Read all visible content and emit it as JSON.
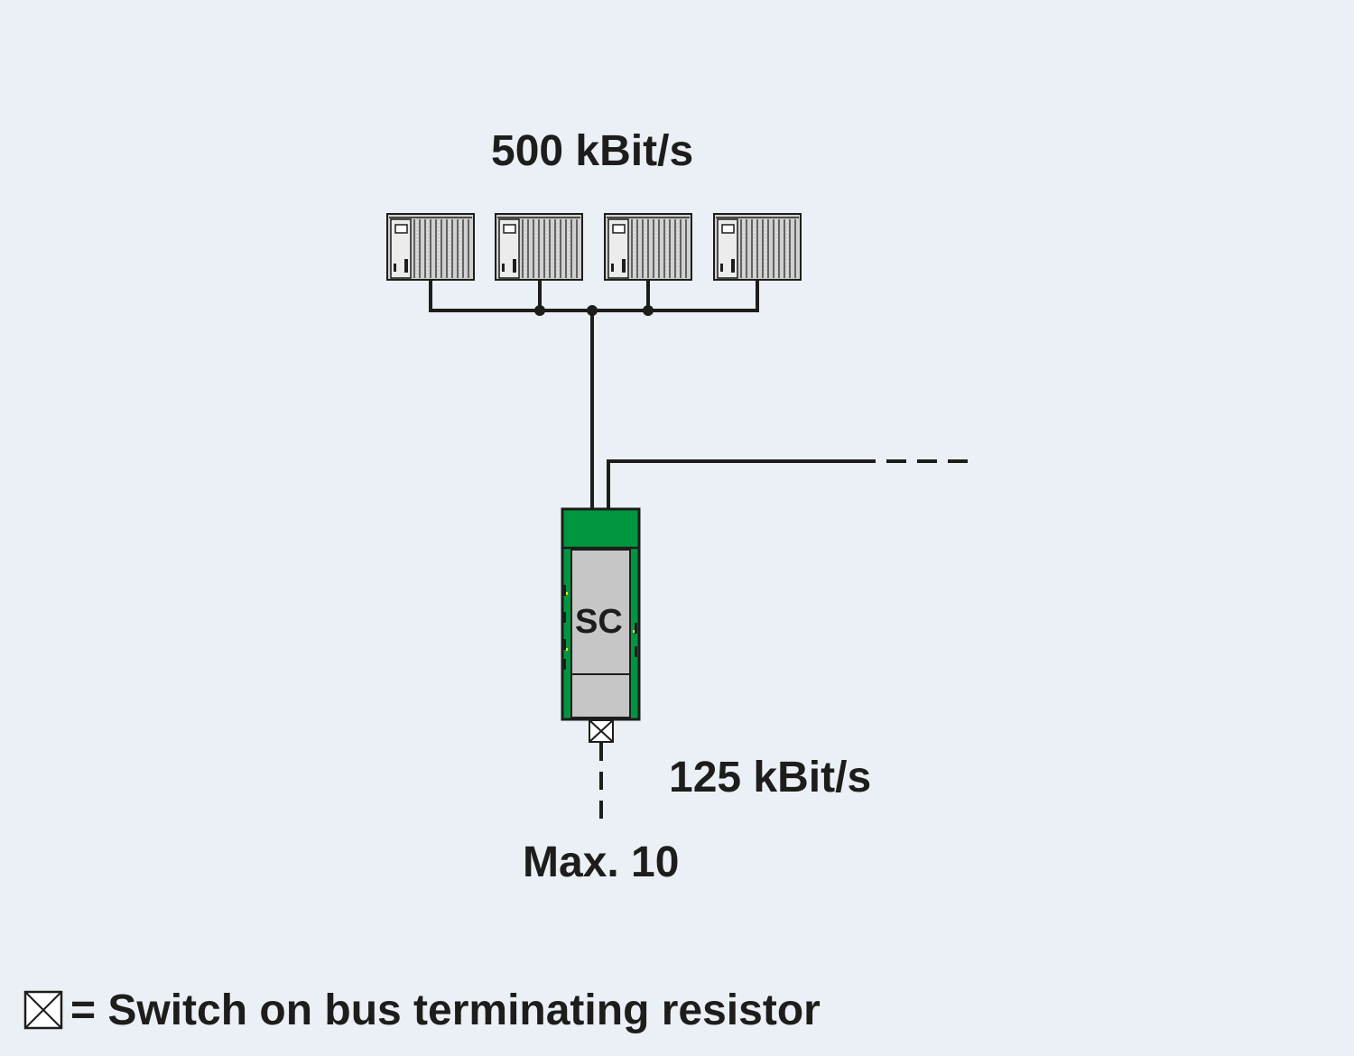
{
  "diagram": {
    "top_bus_speed": "500 kBit/s",
    "lower_bus_speed": "125 kBit/s",
    "max_label": "Max. 10",
    "module_label": "SC",
    "legend_text": "= Switch on bus terminating resistor"
  },
  "colors": {
    "background": "#eaf0f6",
    "line": "#1d1d1b",
    "module_green": "#009640",
    "module_gray": "#c6c6c6",
    "device_gray": "#d0d0d0"
  },
  "icons": {
    "device": "plc-controller-icon",
    "module": "segment-coupler-icon",
    "terminator": "bus-terminating-resistor-icon"
  }
}
